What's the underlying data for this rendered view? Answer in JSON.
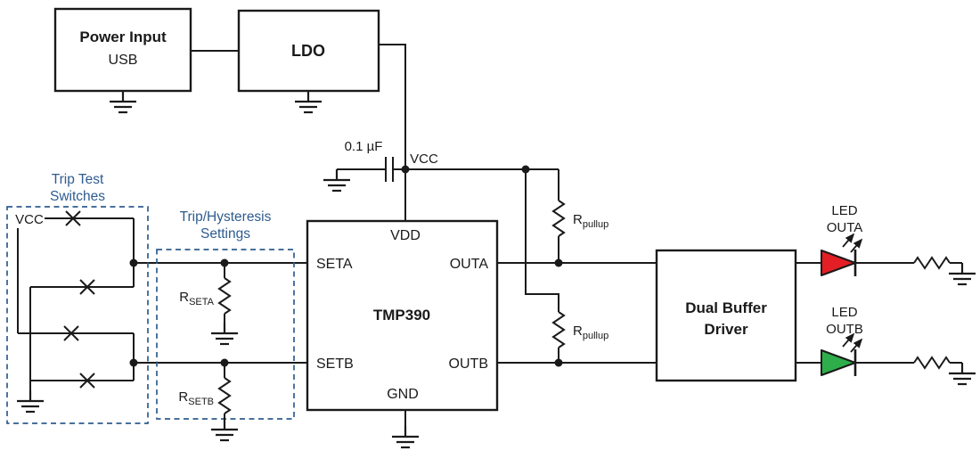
{
  "colors": {
    "wire": "#1a1a1a",
    "annotation": "#2e5c8f",
    "led_red": "#e31e24",
    "led_green": "#2eae4a"
  },
  "power_input": {
    "line1": "Power Input",
    "line2": "USB"
  },
  "ldo": {
    "label": "LDO"
  },
  "decoupling": {
    "cap_value": "0.1 µF",
    "vcc_label": "VCC"
  },
  "trip_test": {
    "title_line1": "Trip Test",
    "title_line2": "Switches",
    "vcc_label": "VCC"
  },
  "settings": {
    "title_line1": "Trip/Hysteresis",
    "title_line2": "Settings",
    "r_seta": {
      "base": "R",
      "sub": "SETA"
    },
    "r_setb": {
      "base": "R",
      "sub": "SETB"
    }
  },
  "tmp390": {
    "label": "TMP390",
    "pin_vdd": "VDD",
    "pin_seta": "SETA",
    "pin_outa": "OUTA",
    "pin_setb": "SETB",
    "pin_outb": "OUTB",
    "pin_gnd": "GND"
  },
  "pullups": {
    "base": "R",
    "sub": "pullup"
  },
  "buffer": {
    "line1": "Dual Buffer",
    "line2": "Driver"
  },
  "led_a": {
    "line1": "LED",
    "line2": "OUTA"
  },
  "led_b": {
    "line1": "LED",
    "line2": "OUTB"
  }
}
